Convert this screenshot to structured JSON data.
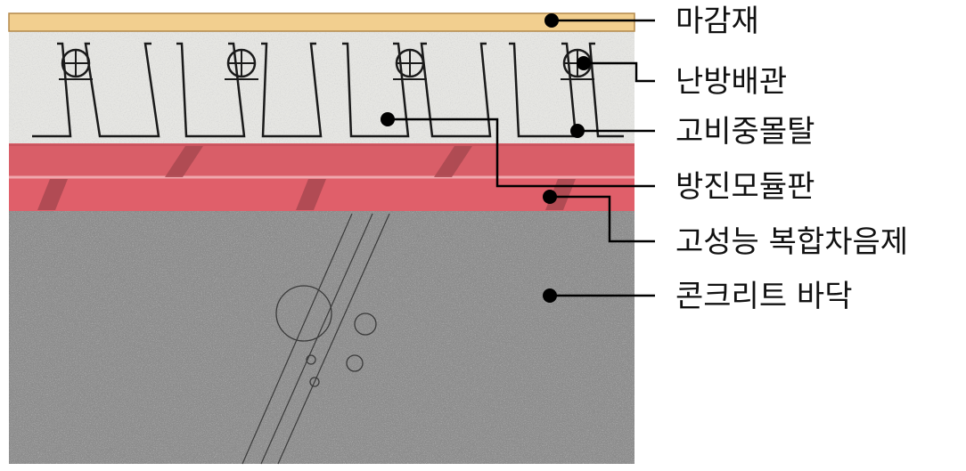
{
  "layers": [
    {
      "id": "finish",
      "label": "마감재",
      "color": "#f2cf8f"
    },
    {
      "id": "pipe",
      "label": "난방배관",
      "color": "#222222"
    },
    {
      "id": "mortar",
      "label": "고비중몰탈",
      "color": "#e6e6e3"
    },
    {
      "id": "module",
      "label": "방진모듈판",
      "color": "#d9626c"
    },
    {
      "id": "insulation",
      "label": "고성능 복합차음제",
      "color": "#e7aab0"
    },
    {
      "id": "concrete",
      "label": "콘크리트 바닥",
      "color": "#8c8c8c"
    }
  ]
}
